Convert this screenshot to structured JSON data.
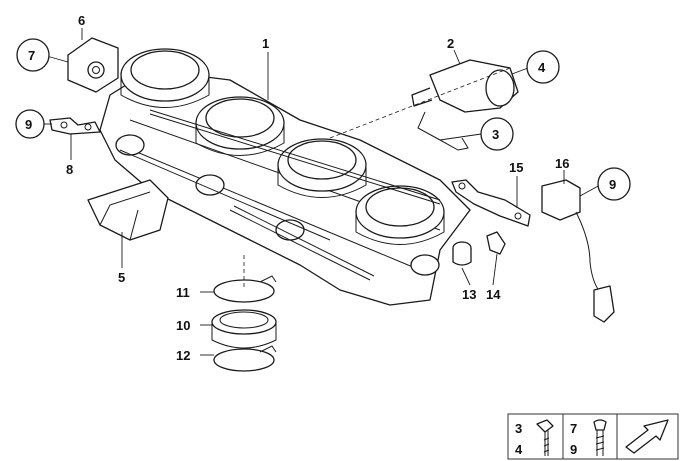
{
  "callouts": {
    "c1": "1",
    "c2": "2",
    "c3": "3",
    "c4": "4",
    "c5": "5",
    "c6": "6",
    "c7": "7",
    "c8": "8",
    "c9a": "9",
    "c9b": "9",
    "c10": "10",
    "c11": "11",
    "c12": "12",
    "c13": "13",
    "c14": "14",
    "c15": "15",
    "c16": "16"
  },
  "legend": {
    "group_a": [
      "3",
      "4"
    ],
    "group_b": [
      "7",
      "9"
    ]
  },
  "icons": [
    "bolt-icon",
    "bolt-icon",
    "arrow-icon"
  ],
  "colors": {
    "line": "#1a1a1a",
    "background": "#ffffff"
  }
}
